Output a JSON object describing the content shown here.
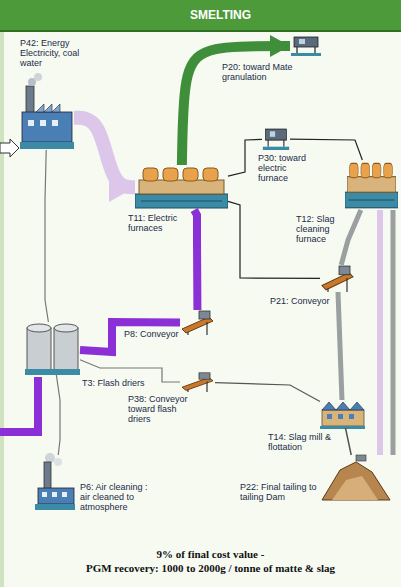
{
  "diagram": {
    "title": "SMELTING",
    "caption": "9% of final cost value -",
    "nodes": [
      {
        "text": [
          "P42: Energy Electricity, coal water"
        ]
      },
      {
        "text": [
          "P20: toward Mate granulation"
        ]
      },
      {
        "text": [
          "T11: Electric furnaces"
        ]
      },
      {
        "text": [
          "P30: toward electric furnace"
        ]
      },
      {
        "text": [
          "T12: Slag cleaning furnace"
        ]
      },
      {
        "text": [
          "P21: Conveyor"
        ]
      },
      {
        "text": [
          "P8: Conveyor"
        ]
      },
      {
        "text": [
          "T3: Flash driers"
        ]
      },
      {
        "text": [
          "P38: Conveyor toward flash driers"
        ]
      },
      {
        "text": [
          "T14: Slag mill & flottation"
        ]
      },
      {
        "text": [
          "P22: Final tailing to tailing Dam"
        ]
      },
      {
        "text": [
          "P6: Air cleaning : air cleaned to atmosphere"
        ]
      }
    ],
    "edges": [
      {
        "from": 0,
        "to": 2,
        "arrow": "to"
      },
      {
        "from": 2,
        "to": 1,
        "arrow": "to"
      },
      {
        "from": 2,
        "to": 3,
        "arrow": "none"
      },
      {
        "from": 3,
        "to": 4,
        "arrow": "none"
      },
      {
        "from": 2,
        "to": 5,
        "arrow": "none"
      },
      {
        "from": 7,
        "to": 6,
        "arrow": "none"
      },
      {
        "from": 6,
        "to": 2,
        "arrow": "none"
      },
      {
        "from": 0,
        "to": 7,
        "arrow": "none"
      },
      {
        "from": 7,
        "to": 11,
        "arrow": "none"
      },
      {
        "from": 8,
        "to": 7,
        "arrow": "none"
      },
      {
        "from": 9,
        "to": 8,
        "arrow": "none"
      },
      {
        "from": 4,
        "to": 5,
        "arrow": "none"
      },
      {
        "from": 5,
        "to": 9,
        "arrow": "none"
      },
      {
        "from": 9,
        "to": 10,
        "arrow": "none"
      }
    ],
    "labels": [
      "PGM recovery: 1000 to 2000g / tonne of matte & slag"
    ]
  }
}
